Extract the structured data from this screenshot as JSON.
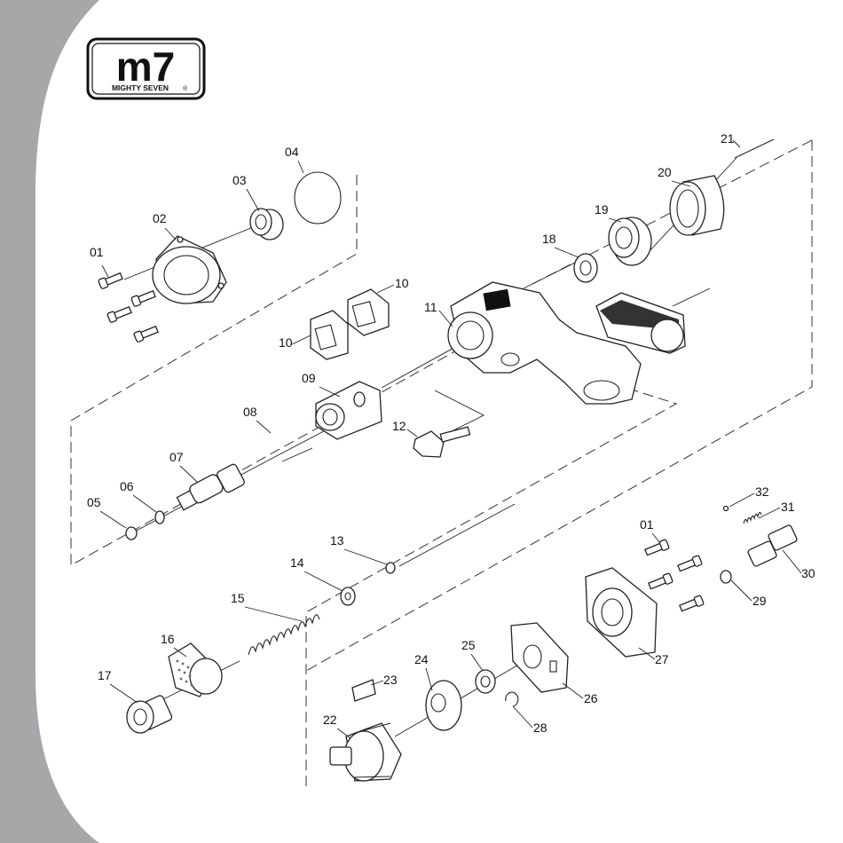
{
  "brand": {
    "logo_text": "m7",
    "logo_subtext": "MIGHTY SEVEN",
    "registered_mark": "®"
  },
  "colors": {
    "side_band": "#a7a7a9",
    "ink": "#222222",
    "logo": "#111111"
  },
  "parts": [
    {
      "id": "p01a",
      "label": "01"
    },
    {
      "id": "p02",
      "label": "02"
    },
    {
      "id": "p03",
      "label": "03"
    },
    {
      "id": "p04",
      "label": "04"
    },
    {
      "id": "p05",
      "label": "05"
    },
    {
      "id": "p06",
      "label": "06"
    },
    {
      "id": "p07",
      "label": "07"
    },
    {
      "id": "p08",
      "label": "08"
    },
    {
      "id": "p09",
      "label": "09"
    },
    {
      "id": "p10a",
      "label": "10"
    },
    {
      "id": "p10b",
      "label": "10"
    },
    {
      "id": "p11",
      "label": "11"
    },
    {
      "id": "p12",
      "label": "12"
    },
    {
      "id": "p13",
      "label": "13"
    },
    {
      "id": "p14",
      "label": "14"
    },
    {
      "id": "p15",
      "label": "15"
    },
    {
      "id": "p16",
      "label": "16"
    },
    {
      "id": "p17",
      "label": "17"
    },
    {
      "id": "p18",
      "label": "18"
    },
    {
      "id": "p19",
      "label": "19"
    },
    {
      "id": "p20",
      "label": "20"
    },
    {
      "id": "p21",
      "label": "21"
    },
    {
      "id": "p22",
      "label": "22"
    },
    {
      "id": "p23",
      "label": "23"
    },
    {
      "id": "p24",
      "label": "24"
    },
    {
      "id": "p25",
      "label": "25"
    },
    {
      "id": "p26",
      "label": "26"
    },
    {
      "id": "p27",
      "label": "27"
    },
    {
      "id": "p28",
      "label": "28"
    },
    {
      "id": "p29",
      "label": "29"
    },
    {
      "id": "p30",
      "label": "30"
    },
    {
      "id": "p31",
      "label": "31"
    },
    {
      "id": "p32",
      "label": "32"
    },
    {
      "id": "p01b",
      "label": "01"
    }
  ]
}
